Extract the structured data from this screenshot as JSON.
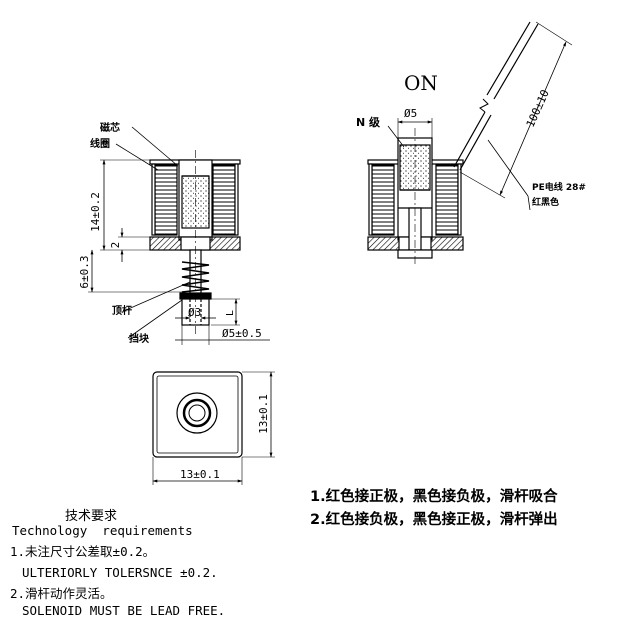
{
  "side_view": {
    "core_label": "磁芯",
    "coil_label": "线圈",
    "dim_height": "14±0.2",
    "dim_2": "2",
    "dim_stroke": "6±0.3",
    "dim_l": "L",
    "dim_rod": "Ø3",
    "dim_pusher": "Ø5±0.5",
    "rod_label": "顶杆",
    "block_label": "挡块"
  },
  "on_view": {
    "title": "ON",
    "pole_label": "N 级",
    "dim_bore": "Ø5",
    "dim_wire": "100±10",
    "wire_label": "PE电线 28#",
    "wire_color_label": "红黑色"
  },
  "top_view": {
    "dim_width": "13±0.1",
    "dim_height": "13±0.1"
  },
  "tech_notes": {
    "title_cn": "技术要求",
    "title_en": "Technology  requirements",
    "item1_cn": "1.未注尺寸公差取±0.2。",
    "item1_en": "ULTERIORLY TOLERSNCE ±0.2.",
    "item2_cn": "2.滑杆动作灵活。",
    "item2_en": "SOLENOID MUST BE LEAD FREE."
  },
  "wiring_notes": {
    "line1": "1.红色接正极，黑色接负极，滑杆吸合",
    "line2": "2.红色接负极，黑色接正极，滑杆弹出"
  }
}
